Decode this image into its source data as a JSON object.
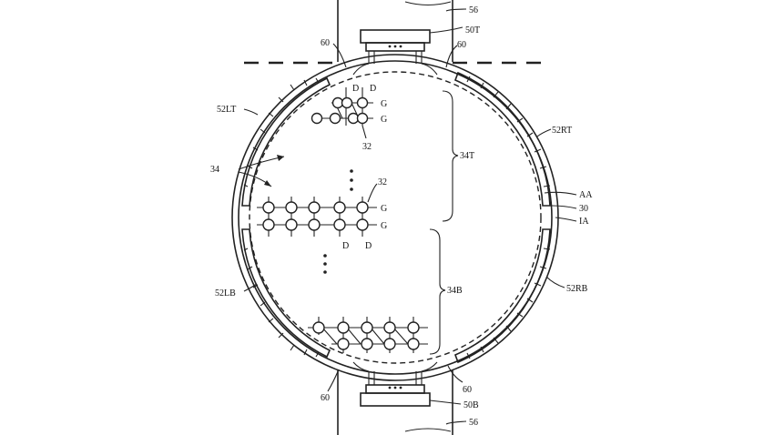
{
  "labels": {
    "band_top": "56",
    "conn_top": "50T",
    "region60_tl": "60",
    "region60_tr": "60",
    "elec_lt": "52LT",
    "elec_rt": "52RT",
    "row_ref_top": "32",
    "row_ref_mid": "32",
    "group34": "34",
    "group34T": "34T",
    "aa": "AA",
    "ref30": "30",
    "ia": "IA",
    "group34B": "34B",
    "elec_lb": "52LB",
    "elec_rb": "52RB",
    "region60_br": "60",
    "region60_bl": "60",
    "conn_bot": "50B",
    "band_bot": "56",
    "d_letter": "D",
    "g_letter": "G"
  }
}
